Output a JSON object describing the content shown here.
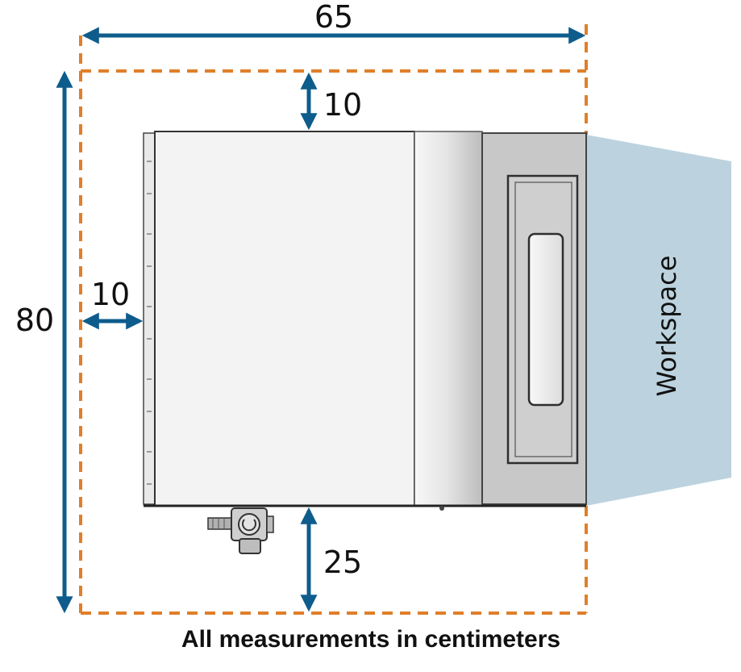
{
  "dimensions": {
    "total_width": "65",
    "total_height": "80",
    "top_clearance": "10",
    "left_clearance": "10",
    "bottom_clearance": "25"
  },
  "workspace_label": "Workspace",
  "caption": "All measurements in centimeters",
  "colors": {
    "arrow": "#0d5c8c",
    "boundary": "#e07f2a",
    "workspace": "#bcd3df",
    "panel_light": "#f2f2f2",
    "panel_door": "#c8c8c8"
  }
}
